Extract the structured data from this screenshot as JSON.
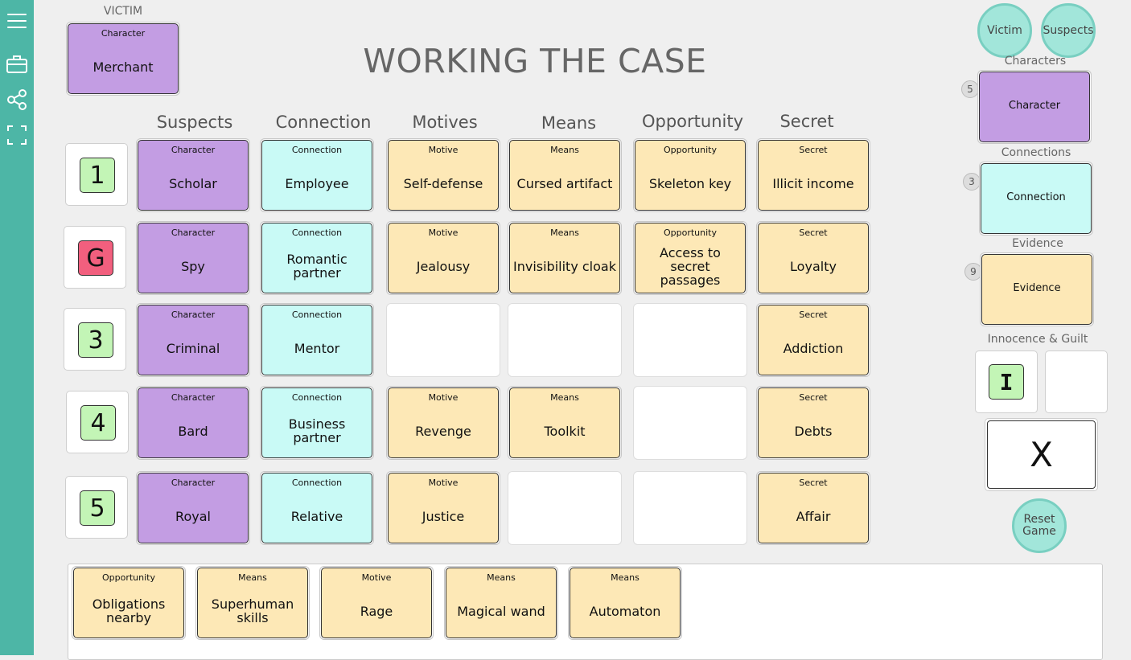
{
  "title": "WORKING THE CASE",
  "victim": {
    "label": "VICTIM",
    "card": {
      "type": "Character",
      "name": "Merchant"
    }
  },
  "columns": [
    "Suspects",
    "Connection",
    "Motives",
    "Means",
    "Opportunity",
    "Secret"
  ],
  "rows": [
    {
      "rank": "1",
      "rank_state": "innocent",
      "suspect": {
        "type": "Character",
        "name": "Scholar"
      },
      "connection": {
        "type": "Connection",
        "name": "Employee"
      },
      "motive": {
        "type": "Motive",
        "name": "Self-defense"
      },
      "means": {
        "type": "Means",
        "name": "Cursed artifact"
      },
      "opportunity": {
        "type": "Opportunity",
        "name": "Skeleton key"
      },
      "secret": {
        "type": "Secret",
        "name": "Illicit income"
      }
    },
    {
      "rank": "G",
      "rank_state": "guilty",
      "suspect": {
        "type": "Character",
        "name": "Spy"
      },
      "connection": {
        "type": "Connection",
        "name": "Romantic partner"
      },
      "motive": {
        "type": "Motive",
        "name": "Jealousy"
      },
      "means": {
        "type": "Means",
        "name": "Invisibility cloak"
      },
      "opportunity": {
        "type": "Opportunity",
        "name": "Access to secret passages"
      },
      "secret": {
        "type": "Secret",
        "name": "Loyalty"
      }
    },
    {
      "rank": "3",
      "rank_state": "innocent",
      "suspect": {
        "type": "Character",
        "name": "Criminal"
      },
      "connection": {
        "type": "Connection",
        "name": "Mentor"
      },
      "motive": null,
      "means": null,
      "opportunity": null,
      "secret": {
        "type": "Secret",
        "name": "Addiction"
      }
    },
    {
      "rank": "4",
      "rank_state": "innocent",
      "suspect": {
        "type": "Character",
        "name": "Bard"
      },
      "connection": {
        "type": "Connection",
        "name": "Business partner"
      },
      "motive": {
        "type": "Motive",
        "name": "Revenge"
      },
      "means": {
        "type": "Means",
        "name": "Toolkit"
      },
      "opportunity": null,
      "secret": {
        "type": "Secret",
        "name": "Debts"
      }
    },
    {
      "rank": "5",
      "rank_state": "innocent",
      "suspect": {
        "type": "Character",
        "name": "Royal"
      },
      "connection": {
        "type": "Connection",
        "name": "Relative"
      },
      "motive": {
        "type": "Motive",
        "name": "Justice"
      },
      "means": null,
      "opportunity": null,
      "secret": {
        "type": "Secret",
        "name": "Affair"
      }
    }
  ],
  "tray": [
    {
      "type": "Opportunity",
      "name": "Obligations nearby"
    },
    {
      "type": "Means",
      "name": "Superhuman skills"
    },
    {
      "type": "Motive",
      "name": "Rage"
    },
    {
      "type": "Means",
      "name": "Magical wand"
    },
    {
      "type": "Means",
      "name": "Automaton"
    }
  ],
  "buttons": {
    "victim": "Victim",
    "suspects": "Suspects",
    "reset": "Reset Game"
  },
  "decks": [
    {
      "label": "Characters",
      "count": "5",
      "card": "Character",
      "kind": "character"
    },
    {
      "label": "Connections",
      "count": "3",
      "card": "Connection",
      "kind": "connection"
    },
    {
      "label": "Evidence",
      "count": "9",
      "card": "Evidence",
      "kind": "evidence"
    }
  ],
  "innocence_guilt": {
    "label": "Innocence & Guilt",
    "tile": "I",
    "discard_mark": "X"
  },
  "sidebar": {
    "icons": [
      "menu-icon",
      "briefcase-icon",
      "share-icon",
      "fullscreen-icon"
    ]
  },
  "colors": {
    "sidebar": "#4db6a6",
    "character": "#c39de3",
    "connection": "#c9faf6",
    "evidence": "#fde8b6",
    "innocent_tile": "#c3f5b6",
    "guilty_tile": "#f25f7e",
    "round_button": "#a2e6da"
  }
}
